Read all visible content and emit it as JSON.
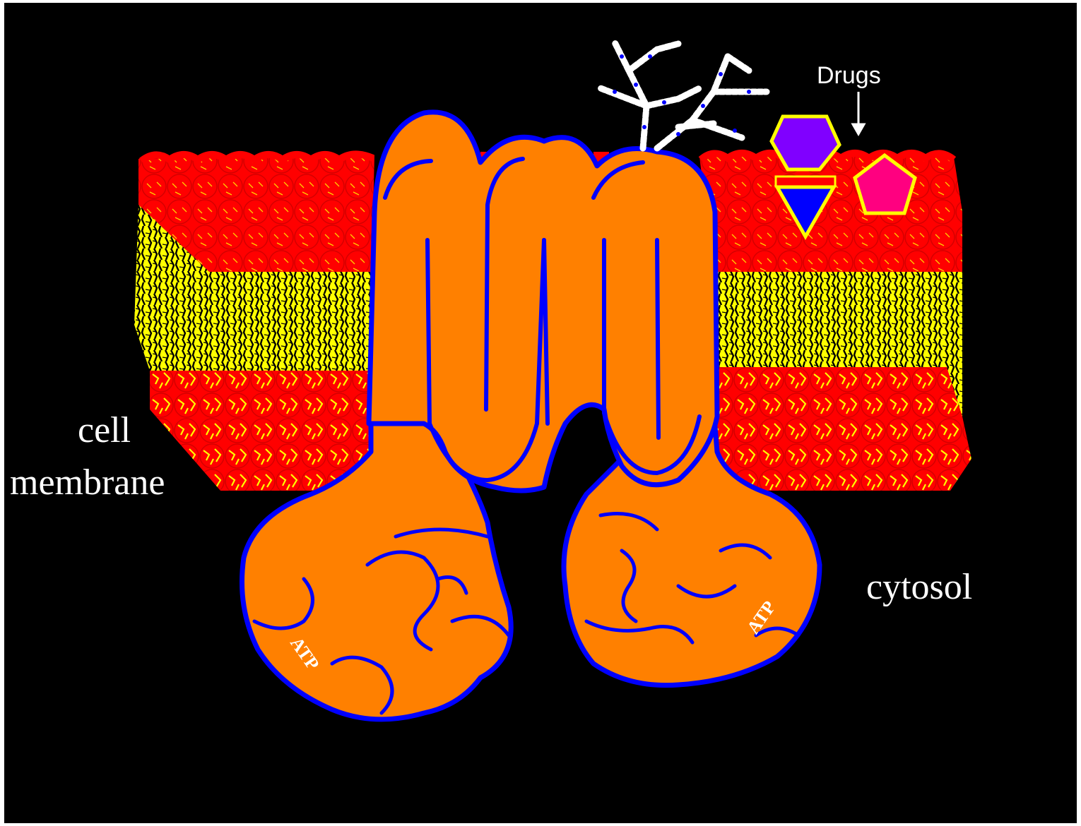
{
  "labels": {
    "drugs": "Drugs",
    "cell_membrane_line1": "cell",
    "cell_membrane_line2": "membrane",
    "cytosol": "cytosol",
    "atp_left": "ATP",
    "atp_right": "ATP"
  },
  "colors": {
    "background": "#000000",
    "lipid_head": "#ff0000",
    "lipid_tail": "#ffff00",
    "protein_fill": "#ff8000",
    "protein_outline": "#0000ff",
    "glycan": "#ffffff",
    "drug_hexagon": "#8000ff",
    "drug_pentagon": "#ff0080",
    "drug_triangle": "#0000ff",
    "drug_outline": "#ffff00"
  },
  "icons": [
    "glycan-chain-icon",
    "drug-hexagon-icon",
    "drug-pentagon-icon",
    "drug-triangle-icon",
    "down-arrow-icon"
  ]
}
